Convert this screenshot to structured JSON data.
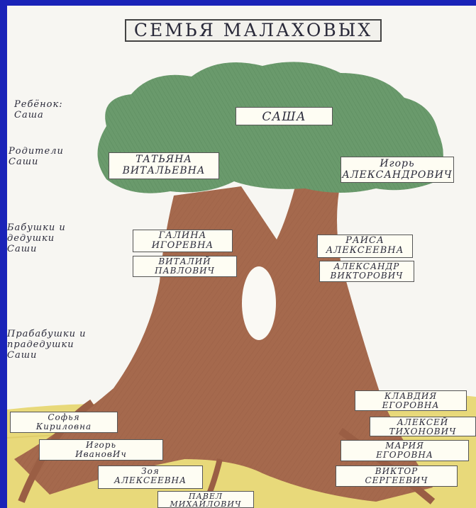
{
  "title": "СЕМЬЯ МАЛАХОВЫХ",
  "colors": {
    "frame": "#1a23b8",
    "crown": "#6a9a6c",
    "trunk": "#a5694d",
    "ground": "#e8d97a",
    "label_box": "#fefdf3"
  },
  "generations": {
    "child": "Ребёнок:\nСаша",
    "parents": "Родители\nСаши",
    "grandparents": "Бабушки и\nдедушки\nСаши",
    "great_grandparents": "Прабабушки и\nпрадедушки\nСаши"
  },
  "people": {
    "child": "САША",
    "mother": "ТАТЬЯНА\nВИТАЛЬЕВНА",
    "father": "Игорь\nАЛЕКСАНДРОВИЧ",
    "grandmother_1": "ГАЛИНА\nИГОРЕВНА",
    "grandfather_1": "ВИТАЛИЙ\nПАВЛОВИЧ",
    "grandmother_2": "РАИСА\nАЛЕКСЕЕВНА",
    "grandfather_2": "АЛЕКСАНДР\nВИКТОРОВИЧ",
    "great_1": "Софья\nКириловна",
    "great_2": "Игорь\nИвановИч",
    "great_3": "Зоя\nАЛЕКСЕЕВНА",
    "great_4": "ПАВЕЛ\nМИХАЙЛОВИЧ",
    "great_5": "КЛАВДИЯ\nЕГОРОВНА",
    "great_6": "АЛЕКСЕЙ\nТИХОНОВИЧ",
    "great_7": "МАРИЯ\nЕГОРОВНА",
    "great_8": "ВИКТОР\nСЕРГЕЕВИЧ"
  }
}
